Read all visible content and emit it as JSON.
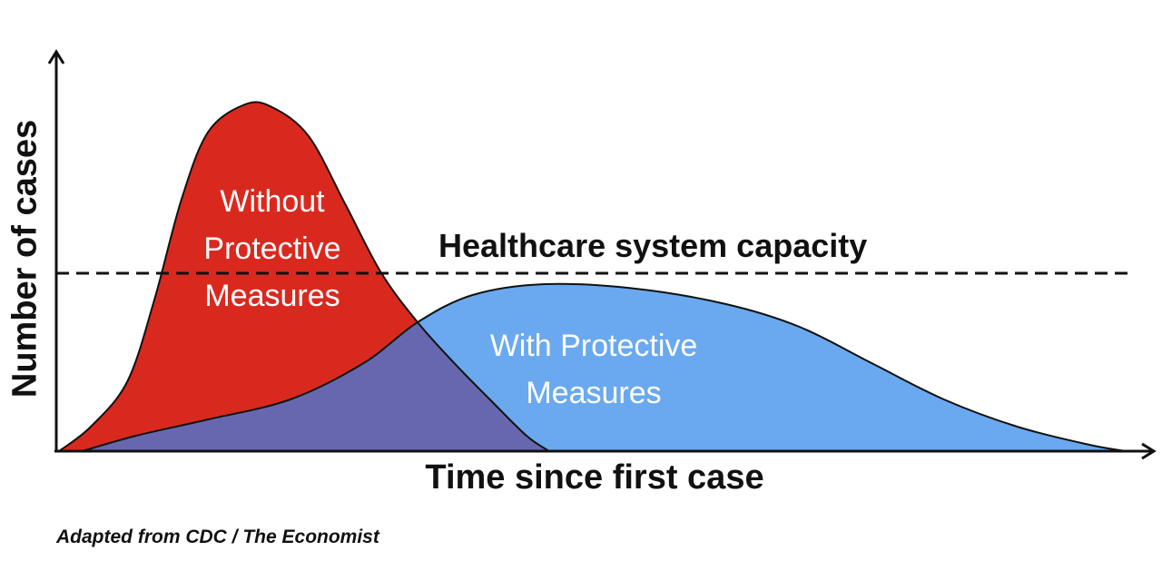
{
  "chart_data": {
    "type": "area",
    "title": "",
    "xlabel": "Time since first case",
    "ylabel": "Number of cases",
    "xlim": [
      0,
      100
    ],
    "ylim": [
      0,
      100
    ],
    "grid": false,
    "reference_line": {
      "label": "Healthcare system capacity",
      "y": 49,
      "style": "dashed"
    },
    "series": [
      {
        "name": "Without Protective Measures",
        "label_lines": [
          "Without",
          "Protective",
          "Measures"
        ],
        "color": "#d9291f",
        "points": [
          [
            0.25,
            0
          ],
          [
            3.2,
            6.75
          ],
          [
            6.6,
            19.25
          ],
          [
            9.1,
            41.75
          ],
          [
            11.6,
            69.25
          ],
          [
            14.1,
            88
          ],
          [
            17.5,
            95.5
          ],
          [
            20,
            94.75
          ],
          [
            23.4,
            86.75
          ],
          [
            26.8,
            68
          ],
          [
            30.1,
            49.25
          ],
          [
            33.5,
            35.5
          ],
          [
            36.9,
            24.25
          ],
          [
            40.2,
            14.25
          ],
          [
            43.6,
            4.25
          ],
          [
            45.7,
            0
          ]
        ]
      },
      {
        "name": "With Protective Measures",
        "label_lines": [
          "With Protective",
          "Measures"
        ],
        "color": "#6aa9ef",
        "points": [
          [
            2.4,
            0
          ],
          [
            7.4,
            4.25
          ],
          [
            14.1,
            8.75
          ],
          [
            21.7,
            14.25
          ],
          [
            28.5,
            24.25
          ],
          [
            33.5,
            35.5
          ],
          [
            38.6,
            43
          ],
          [
            45.3,
            46
          ],
          [
            53.7,
            44.75
          ],
          [
            62.1,
            40.5
          ],
          [
            68.9,
            34.25
          ],
          [
            75.6,
            24.25
          ],
          [
            82.3,
            14.25
          ],
          [
            89.1,
            6.75
          ],
          [
            95.8,
            1.75
          ],
          [
            99.2,
            0
          ]
        ]
      }
    ],
    "overlap_color": "#6767b0",
    "source": "Adapted from CDC / The Economist"
  }
}
